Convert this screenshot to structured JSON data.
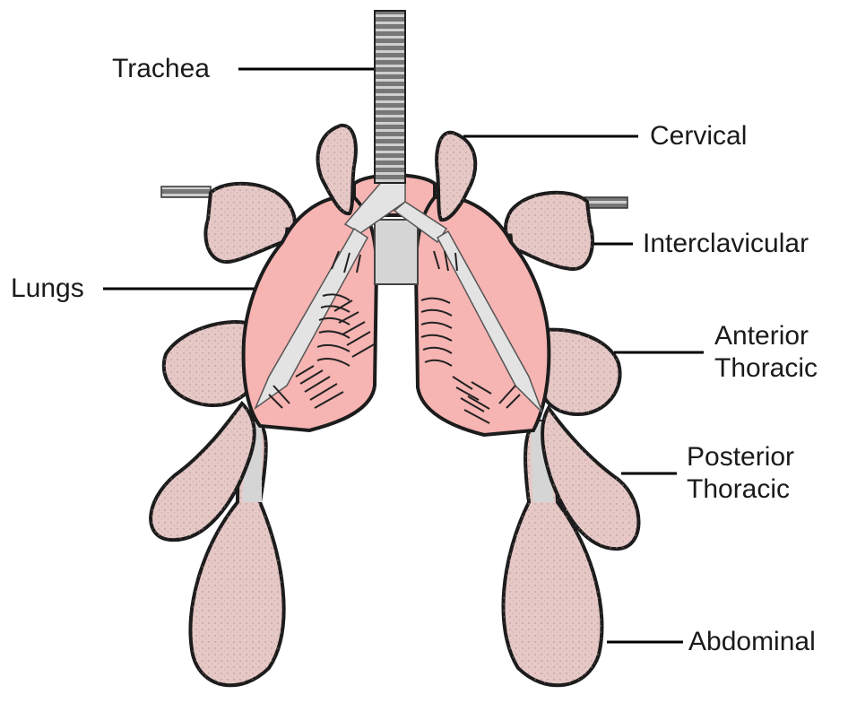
{
  "diagram": {
    "labels": {
      "trachea": "Trachea",
      "cervical": "Cervical",
      "interclavicular": "Interclavicular",
      "lungs": "Lungs",
      "anterior_thoracic": [
        "Anterior",
        "Thoracic"
      ],
      "posterior_thoracic": [
        "Posterior",
        "Thoracic"
      ],
      "abdominal": "Abdominal"
    },
    "colors": {
      "air_sac_fill": "#e6c8c6",
      "lung_fill": "#f6b4b2",
      "bronchi_fill": "#e3e3e3",
      "outline": "#1c1c1c",
      "leader_line": "#000000"
    }
  }
}
